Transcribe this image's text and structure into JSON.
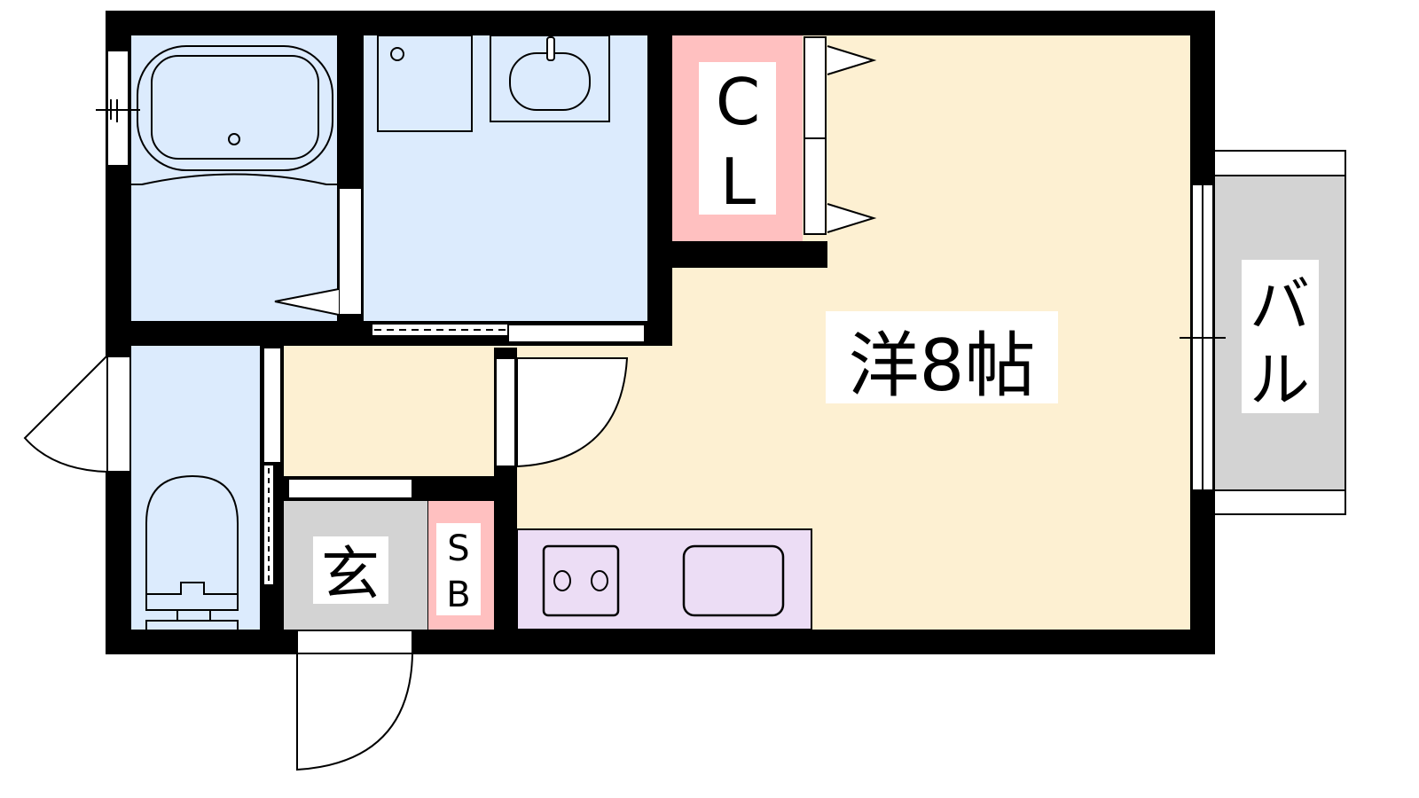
{
  "floorplan": {
    "rooms": {
      "western_room": "洋8帖",
      "closet_c": "C",
      "closet_l": "L",
      "balcony_1": "バ",
      "balcony_2": "ル",
      "entrance": "玄",
      "shoe_box_s": "S",
      "shoe_box_b": "B"
    },
    "colors": {
      "wall": "#000000",
      "wet_area": "#DCEBFD",
      "room": "#FDF0D2",
      "closet": "#FFC0C0",
      "entrance": "#D3D3D3",
      "kitchen": "#ECDDF5",
      "balcony": "#D3D3D3"
    }
  }
}
